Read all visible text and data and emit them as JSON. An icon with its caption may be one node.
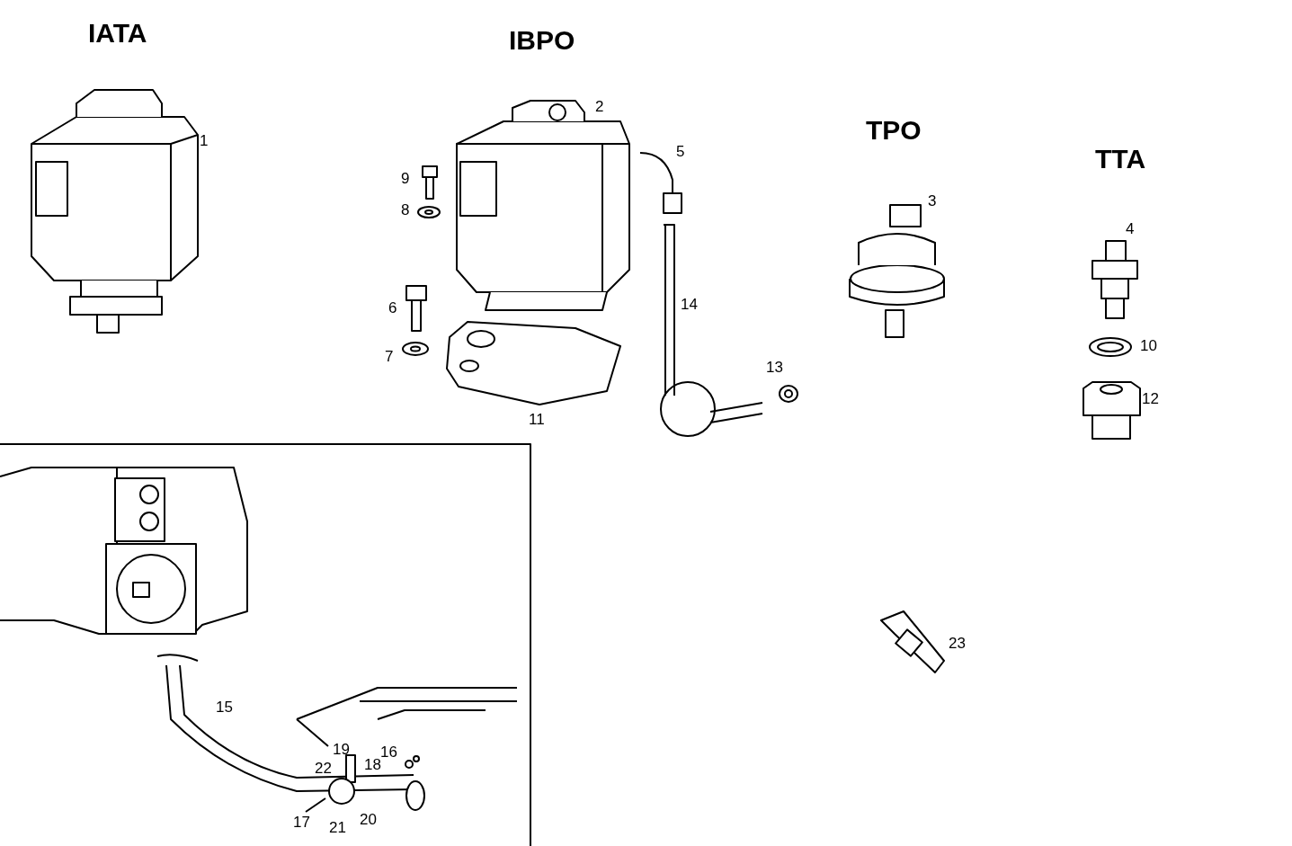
{
  "diagram": {
    "labels": [
      "IATA",
      "IBPO",
      "1",
      "2",
      "TPO",
      "5",
      "TTA",
      "9",
      "3",
      "4",
      "8",
      "14",
      "6",
      "10",
      "13",
      "7",
      "12",
      "11",
      "23",
      "15",
      "19",
      "16",
      "22",
      "18",
      "17",
      "21",
      "20"
    ]
  }
}
